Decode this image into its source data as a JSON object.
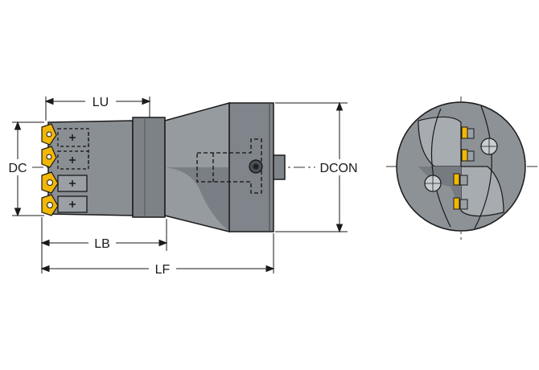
{
  "labels": {
    "lu": "LU",
    "dc": "DC",
    "lb": "LB",
    "lf": "LF",
    "dcon": "DCON"
  },
  "colors": {
    "body_fill": "#8a8f94",
    "body_dark": "#6f747a",
    "body_light": "#a3a8ad",
    "outline": "#1a1a1a",
    "insert_yellow": "#f2b705",
    "dashed": "#111111",
    "background": "#ffffff"
  },
  "icons": [
    "insert-icon",
    "screw-icon",
    "plus-mark-icon"
  ]
}
